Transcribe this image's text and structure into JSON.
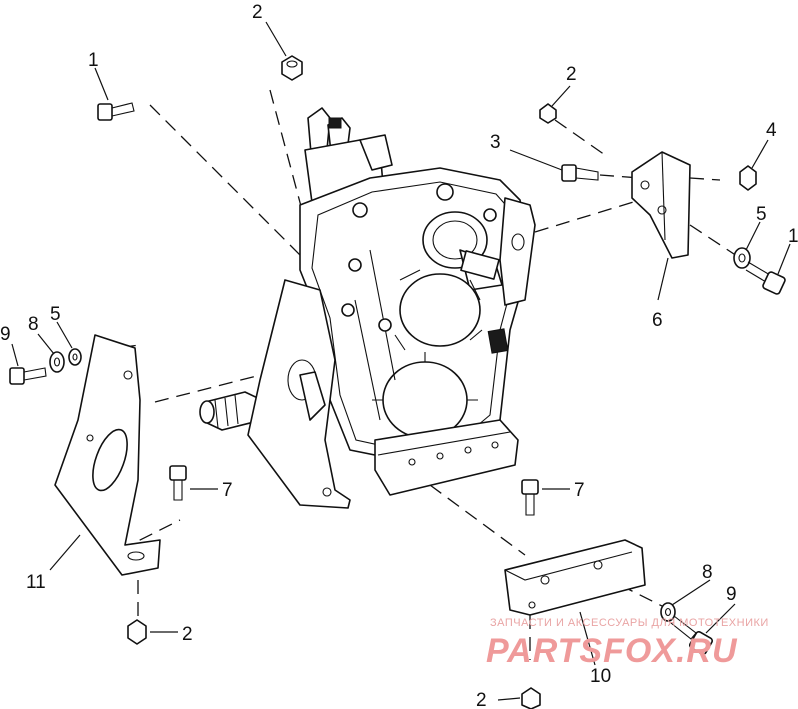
{
  "callouts": [
    {
      "id": "c1-top",
      "text": "1"
    },
    {
      "id": "c2-top",
      "text": "2"
    },
    {
      "id": "c2-right",
      "text": "2"
    },
    {
      "id": "c3",
      "text": "3"
    },
    {
      "id": "c4",
      "text": "4"
    },
    {
      "id": "c5-right",
      "text": "5"
    },
    {
      "id": "c1-right",
      "text": "1"
    },
    {
      "id": "c6",
      "text": "6"
    },
    {
      "id": "c9-left",
      "text": "9"
    },
    {
      "id": "c8-left",
      "text": "8"
    },
    {
      "id": "c5-left",
      "text": "5"
    },
    {
      "id": "c7-left",
      "text": "7"
    },
    {
      "id": "c7-right",
      "text": "7"
    },
    {
      "id": "c11",
      "text": "11"
    },
    {
      "id": "c2-bottom-left",
      "text": "2"
    },
    {
      "id": "c8-bottom",
      "text": "8"
    },
    {
      "id": "c9-bottom",
      "text": "9"
    },
    {
      "id": "c10",
      "text": "10"
    },
    {
      "id": "c2-bottom",
      "text": "2"
    }
  ],
  "watermark": {
    "tagline": "ЗАПЧАСТИ И АКСЕССУАРЫ ДЛЯ МОТОТЕХНИКИ",
    "brand": "PARTSFOX.RU",
    "color": "#ef9a9a"
  },
  "colors": {
    "line": "#111111",
    "background": "#ffffff"
  }
}
